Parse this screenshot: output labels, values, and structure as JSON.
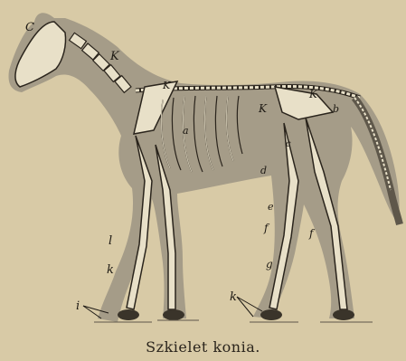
{
  "caption": "Szkielet konia.",
  "colors": {
    "paper": "#d8caa6",
    "silhouette": "#9c9483",
    "bone": "#e8e0c8",
    "ink": "#1e1a14"
  },
  "letters": {
    "C": "C",
    "K1": "K",
    "K2": "K",
    "K3": "K",
    "K4": "K",
    "a": "a",
    "b": "b",
    "c": "c",
    "d": "d",
    "e": "e",
    "f1": "f",
    "f2": "f",
    "g": "g",
    "k1": "k",
    "k2": "k",
    "l": "l",
    "i": "i"
  }
}
